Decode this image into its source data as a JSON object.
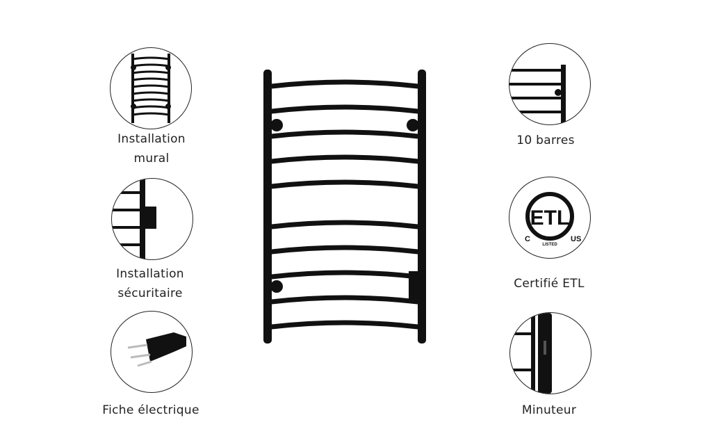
{
  "features_left": [
    {
      "icon": "wall-mount-icon",
      "label_line1": "Installation",
      "label_line2": "mural"
    },
    {
      "icon": "secure-mount-icon",
      "label_line1": "Installation",
      "label_line2": "sécuritaire"
    },
    {
      "icon": "plug-icon",
      "label_line1": "Fiche électrique"
    }
  ],
  "features_right": [
    {
      "icon": "bars-icon",
      "label_line1": "10 barres"
    },
    {
      "icon": "etl-logo-icon",
      "label_line1": "Certifié ETL",
      "logo_text": {
        "main": "ETL",
        "left": "C",
        "right": "US",
        "bottom": "LISTED"
      }
    },
    {
      "icon": "timer-icon",
      "label_line1": "Minuteur"
    }
  ],
  "product": {
    "bar_count": 10,
    "color": "#111111"
  }
}
